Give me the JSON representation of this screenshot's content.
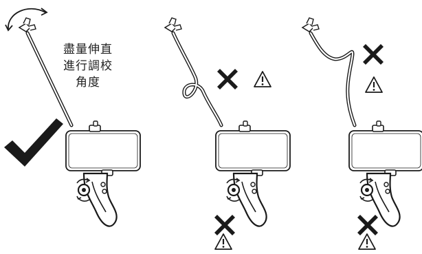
{
  "instruction": {
    "lines": [
      "盡量伸直",
      "進行調校",
      "角度"
    ]
  },
  "panels": [
    {
      "id": "straight",
      "status": "correct",
      "mark": "check-mark",
      "icon": "rotate-arrow-icon"
    },
    {
      "id": "looped",
      "status": "incorrect",
      "mark": "x-mark",
      "warning": "warning-icon"
    },
    {
      "id": "s-bent",
      "status": "incorrect",
      "mark": "x-mark",
      "warning": "warning-icon"
    }
  ],
  "colors": {
    "ink": "#1a1a1a",
    "tube": "#ffffff",
    "phone_body": "#ffffff"
  }
}
